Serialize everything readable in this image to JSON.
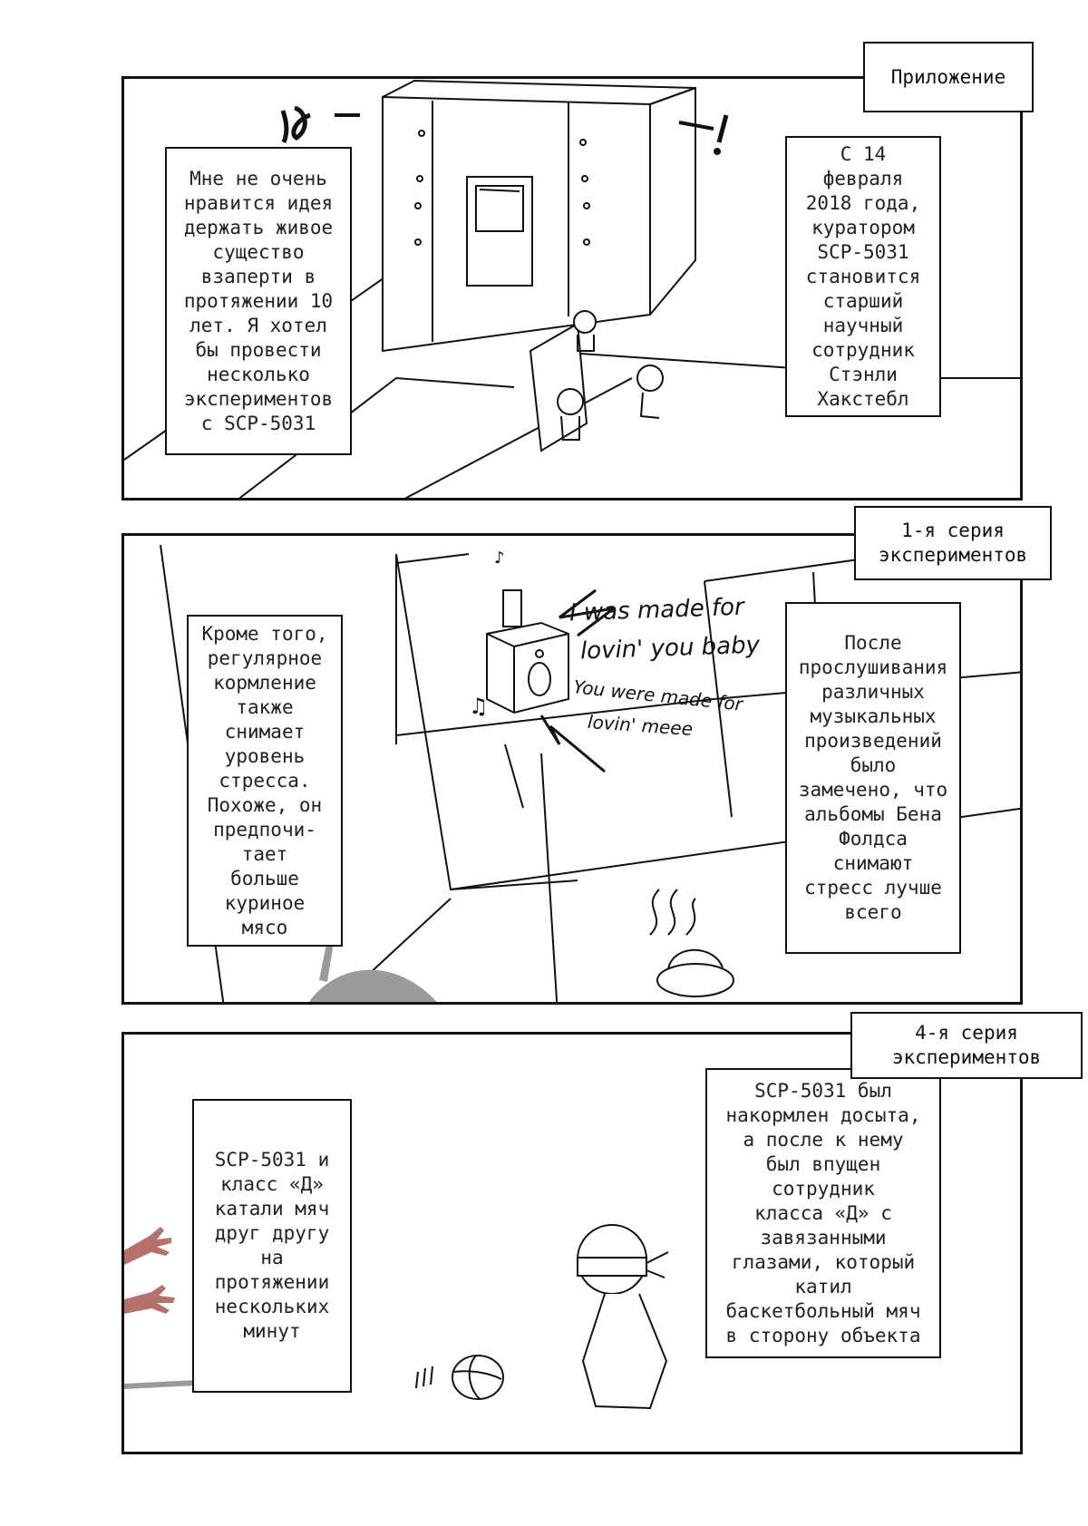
{
  "panels": [
    {
      "title": "Приложение",
      "captions": {
        "left": "Мне не очень\nнравится идея\nдержать живое\nсущество\nвзаперти в\nпротяжении 10\nлет. Я хотел\nбы провести\nнесколько\nэкспериментов\nс SCP-5031",
        "right": "С 14\nфевраля\n2018 года,\nкуратором\nSCP-5031\nстановится\nстарший\nнаучный\nсотрудник\nСтэнли\nХакстебл"
      }
    },
    {
      "title": "1-я серия\nэкспериментов",
      "captions": {
        "left": "Кроме того,\nрегулярное\nкормление\nтакже\nснимает\nуровень\nстресса.\nПохоже, он\nпредпочи-\nтает\nбольше\nкуриное\nмясо",
        "right": "После\nпрослушивания\nразличных\nмузыкальных\nпроизведений\nбыло\nзамечено, что\nальбомы Бена\nФолдса\nснимают\nстресс лучше\nвсего"
      },
      "lyrics": {
        "line1": "I was made for",
        "line2": "lovin' you baby",
        "line3": "You were made for",
        "line4": "lovin' meee"
      }
    },
    {
      "title": "4-я серия\nэкспериментов",
      "captions": {
        "left": "SCP-5031 и\nкласс «Д»\nкатали мяч\nдруг другу\nна\nпротяжении\nнескольких\nминут",
        "right": "SCP-5031 был\nнакормлен досыта,\nа после к нему\nбыл впущен\nсотрудник\nкласса «Д» с\nзавязанными\nглазами, который\nкатил\nбаскетбольный мяч\nв сторону объекта"
      }
    }
  ],
  "colors": {
    "ink": "#111111",
    "hand": "#b5726a",
    "shadow": "#9a9a9a"
  }
}
